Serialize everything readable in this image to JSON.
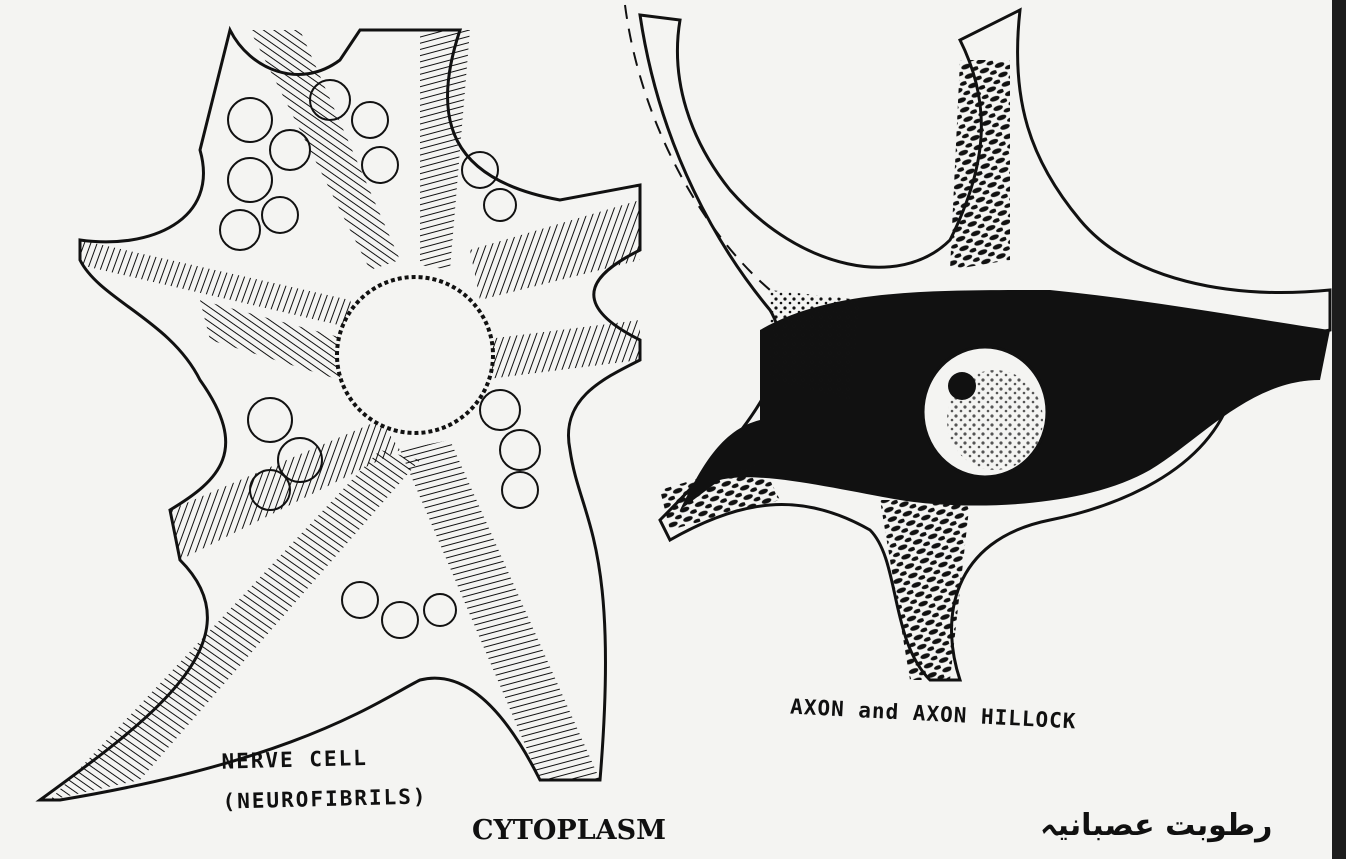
{
  "labels": {
    "nerve_cell_line1": "NERVE CELL",
    "nerve_cell_line2": "(NEUROFIBRILS)",
    "axon_hillock": "AXON and AXON HILLOCK",
    "cytoplasm": "CYTOPLASM",
    "urdu_caption": "رطوبت عصبانیہ"
  },
  "colors": {
    "ink": "#101010",
    "paper": "#f4f4f2"
  }
}
